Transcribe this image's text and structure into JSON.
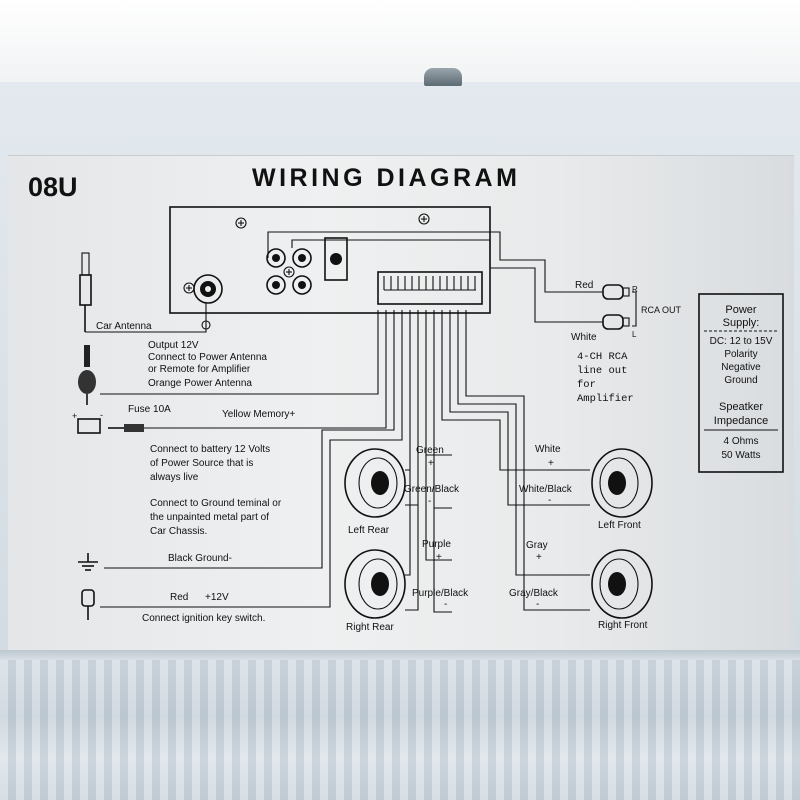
{
  "model_code": "08U",
  "title": "WIRING DIAGRAM",
  "antenna": {
    "label": "Car Antenna"
  },
  "output12v": {
    "lines": [
      "Output 12V",
      "Connect to Power Antenna",
      "or Remote for Amplifier",
      "Orange Power Antenna"
    ]
  },
  "fuse": {
    "label": "Fuse 10A"
  },
  "yellow_memory": {
    "label": "Yellow Memory+"
  },
  "battery_note": {
    "lines": [
      "Connect to battery 12 Volts",
      "of Power Source that is",
      "always live"
    ]
  },
  "ground_note": {
    "lines": [
      "Connect to Ground teminal or",
      "the unpainted metal part of",
      "Car Chassis."
    ]
  },
  "black_ground": {
    "label": "Black Ground-"
  },
  "ignition": {
    "wire_label": "Red",
    "voltage": "+12V",
    "note": "Connect ignition key switch."
  },
  "rca": {
    "red_label": "Red",
    "white_label": "White",
    "r_label": "R",
    "l_label": "L",
    "out_label": "RCA OUT",
    "amp_note": [
      "4-CH  RCA",
      "line  out",
      "for",
      "Amplifier"
    ]
  },
  "power_box": {
    "title": [
      "Power",
      "Supply:"
    ],
    "spec": [
      "DC: 12 to 15V",
      "Polarity",
      "Negative",
      "Ground"
    ],
    "speaker_title": [
      "Speatker",
      "Impedance"
    ],
    "speaker_spec": [
      "4  Ohms",
      "50 Watts"
    ]
  },
  "speakers": {
    "left_rear": "Left  Rear",
    "right_rear": "Right Rear",
    "left_front": "Left Front",
    "right_front": "Right  Front"
  },
  "wires": {
    "green": "Green",
    "green_black": "Green/Black",
    "purple": "Purple",
    "purple_black": "Purple/Black",
    "white": "White",
    "white_black": "White/Black",
    "gray": "Gray",
    "gray_black": "Gray/Black",
    "plus": "+",
    "minus": "-"
  }
}
